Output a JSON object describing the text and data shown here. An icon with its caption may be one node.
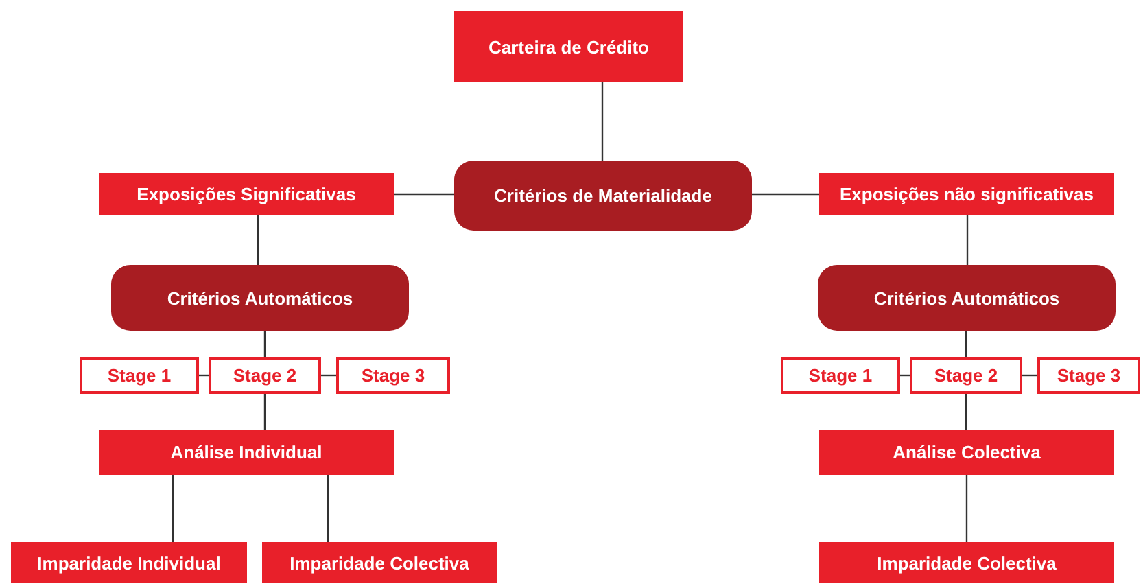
{
  "diagram": {
    "nodes": [
      {
        "text": [
          "Carteira de Crédito"
        ]
      },
      {
        "text": [
          "Critérios de Materialidade"
        ]
      },
      {
        "text": [
          "Exposições Significativas"
        ]
      },
      {
        "text": [
          "Exposições não significativas"
        ]
      },
      {
        "text": [
          "Critérios Automáticos"
        ]
      },
      {
        "text": [
          "Stage 1"
        ]
      },
      {
        "text": [
          "Stage 2"
        ]
      },
      {
        "text": [
          "Stage 3"
        ]
      },
      {
        "text": [
          "Análise Individual"
        ]
      },
      {
        "text": [
          "Imparidade Individual"
        ]
      },
      {
        "text": [
          "Imparidade Colectiva"
        ]
      },
      {
        "text": [
          "Critérios Automáticos"
        ]
      },
      {
        "text": [
          "Stage 1"
        ]
      },
      {
        "text": [
          "Stage 2"
        ]
      },
      {
        "text": [
          "Stage 3"
        ]
      },
      {
        "text": [
          "Análise Colectiva"
        ]
      },
      {
        "text": [
          "Imparidade Colectiva"
        ]
      }
    ],
    "edges": [
      {
        "from": 0,
        "to": 1,
        "arrow": "none"
      },
      {
        "from": 1,
        "to": 2,
        "arrow": "none"
      },
      {
        "from": 1,
        "to": 3,
        "arrow": "none"
      },
      {
        "from": 2,
        "to": 4,
        "arrow": "none"
      },
      {
        "from": 4,
        "to": 6,
        "arrow": "none"
      },
      {
        "from": 5,
        "to": 6,
        "arrow": "none"
      },
      {
        "from": 6,
        "to": 7,
        "arrow": "none"
      },
      {
        "from": 6,
        "to": 8,
        "arrow": "none"
      },
      {
        "from": 8,
        "to": 9,
        "arrow": "none"
      },
      {
        "from": 8,
        "to": 10,
        "arrow": "none"
      },
      {
        "from": 3,
        "to": 11,
        "arrow": "none"
      },
      {
        "from": 11,
        "to": 13,
        "arrow": "none"
      },
      {
        "from": 12,
        "to": 13,
        "arrow": "none"
      },
      {
        "from": 13,
        "to": 14,
        "arrow": "none"
      },
      {
        "from": 13,
        "to": 15,
        "arrow": "none"
      },
      {
        "from": 15,
        "to": 16,
        "arrow": "none"
      }
    ]
  }
}
